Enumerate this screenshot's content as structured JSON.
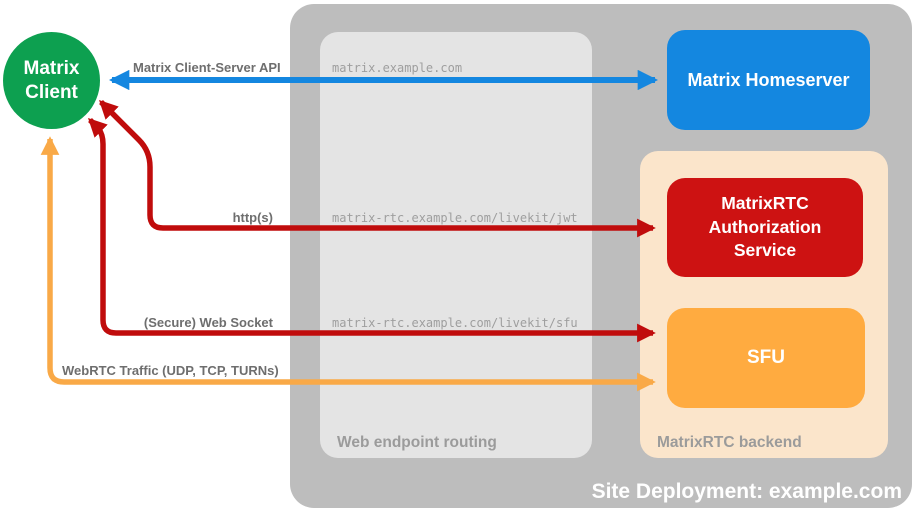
{
  "client": {
    "label": "Matrix Client",
    "color": "#0da050"
  },
  "homeserver": {
    "label": "Matrix Homeserver",
    "color": "#1487e0"
  },
  "auth_service": {
    "label": "MatrixRTC Authorization Service",
    "color": "#cd1212"
  },
  "sfu": {
    "label": "SFU",
    "color": "#ffab40"
  },
  "groups": {
    "site": {
      "label": "Site Deployment: example.com",
      "color": "#bdbdbd"
    },
    "web_routing": {
      "label": "Web endpoint routing",
      "color": "#e4e4e4"
    },
    "backend": {
      "label": "MatrixRTC backend",
      "color": "#fbe5cb"
    }
  },
  "endpoints": [
    "matrix.example.com",
    "matrix-rtc.example.com/livekit/jwt",
    "matrix-rtc.example.com/livekit/sfu"
  ],
  "connections": [
    {
      "label": "Matrix Client-Server API",
      "color": "#1487e0",
      "from": "Matrix Client",
      "to": "Matrix Homeserver"
    },
    {
      "label": "http(s)",
      "color": "#c00c0c",
      "from": "Matrix Client",
      "to": "MatrixRTC Authorization Service"
    },
    {
      "label": "(Secure) Web Socket",
      "color": "#c00c0c",
      "from": "Matrix Client",
      "to": "SFU"
    },
    {
      "label": "WebRTC Traffic (UDP, TCP, TURNs)",
      "color": "#f9a947",
      "from": "Matrix Client",
      "to": "SFU"
    }
  ]
}
